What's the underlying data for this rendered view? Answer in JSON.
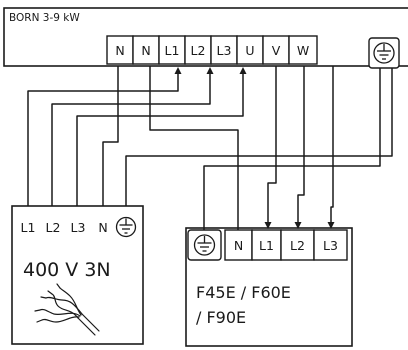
{
  "heater": {
    "title": "BORN 3-9 kW",
    "terminals": [
      "N",
      "N",
      "L1",
      "L2",
      "L3",
      "U",
      "V",
      "W"
    ],
    "ground_icon": "ground-icon"
  },
  "supply": {
    "terminals": [
      "L1",
      "L2",
      "L3",
      "N"
    ],
    "ground_icon": "ground-icon",
    "voltage": "400 V 3N",
    "cable_icon": "cable-icon"
  },
  "control": {
    "terminals": [
      "N",
      "L1",
      "L2",
      "L3"
    ],
    "ground_icon": "ground-icon",
    "model_line1": "F45E / F60E",
    "model_line2": "/ F90E"
  },
  "colors": {
    "line": "#1a1a1a",
    "background": "#ffffff"
  }
}
